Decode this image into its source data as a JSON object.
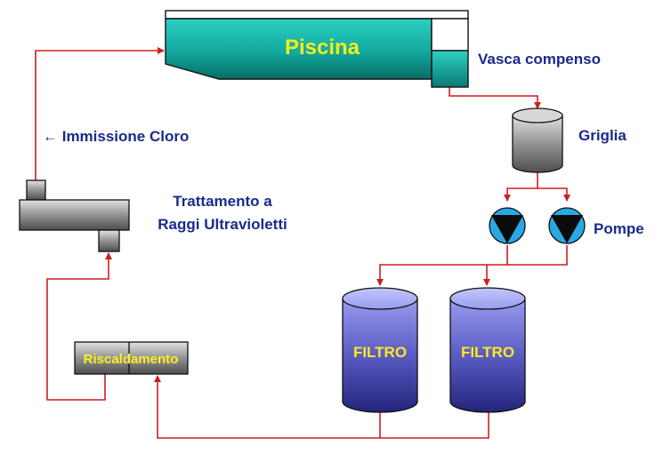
{
  "labels": {
    "pool": "Piscina",
    "balance_tank": "Vasca compenso",
    "chlorine": "← Immissione Cloro",
    "grate": "Griglia",
    "uv_line1": "Trattamento a",
    "uv_line2": "Raggi Ultravioletti",
    "pumps": "Pompe",
    "heating": "Riscaldamento",
    "filter_1": "FILTRO",
    "filter_2": "FILTRO"
  },
  "colors": {
    "pipe": "#cc1f1f",
    "pool_fill": "#18aaa0",
    "label_blue": "#1a2a8c",
    "pool_text": "#f2ee1e",
    "filter_text": "#ffe822",
    "heating_text": "#ffee22",
    "pump_fill": "#2aa8e4"
  },
  "icons": {
    "pool": "pool-tank-shape",
    "grate": "cylinder-icon",
    "pump": "pump-triangle-icon",
    "filter": "filter-cylinder-icon",
    "uv": "uv-reactor-icon",
    "arrow": "arrowhead-icon"
  }
}
